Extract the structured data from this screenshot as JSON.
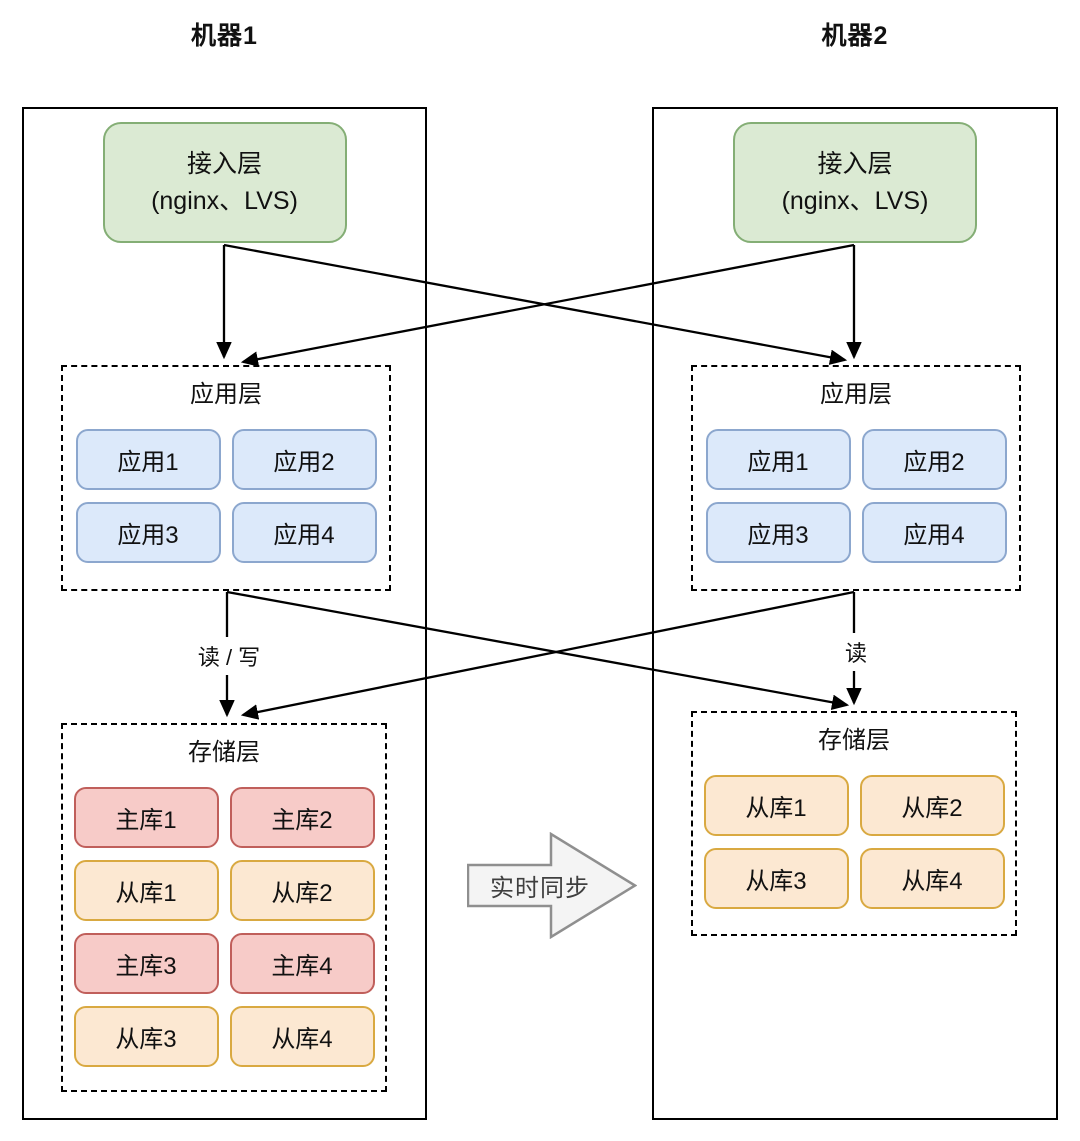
{
  "machines": {
    "machine1": {
      "title": "机器1",
      "access_layer": {
        "line1": "接入层",
        "line2": "(nginx、LVS)"
      },
      "app_layer": {
        "title": "应用层",
        "apps": [
          "应用1",
          "应用2",
          "应用3",
          "应用4"
        ]
      },
      "storage_layer": {
        "title": "存储层",
        "nodes": [
          {
            "label": "主库1",
            "type": "master"
          },
          {
            "label": "主库2",
            "type": "master"
          },
          {
            "label": "从库1",
            "type": "slave"
          },
          {
            "label": "从库2",
            "type": "slave"
          },
          {
            "label": "主库3",
            "type": "master"
          },
          {
            "label": "主库4",
            "type": "master"
          },
          {
            "label": "从库3",
            "type": "slave"
          },
          {
            "label": "从库4",
            "type": "slave"
          }
        ]
      },
      "db_access_label": "读 / 写"
    },
    "machine2": {
      "title": "机器2",
      "access_layer": {
        "line1": "接入层",
        "line2": "(nginx、LVS)"
      },
      "app_layer": {
        "title": "应用层",
        "apps": [
          "应用1",
          "应用2",
          "应用3",
          "应用4"
        ]
      },
      "storage_layer": {
        "title": "存储层",
        "nodes": [
          {
            "label": "从库1",
            "type": "slave"
          },
          {
            "label": "从库2",
            "type": "slave"
          },
          {
            "label": "从库3",
            "type": "slave"
          },
          {
            "label": "从库4",
            "type": "slave"
          }
        ]
      },
      "db_access_label": "读"
    }
  },
  "sync_arrow": {
    "label": "实时同步"
  },
  "palette": {
    "access_fill": "#dbead3",
    "access_border": "#84ae75",
    "app_fill": "#dce9fa",
    "app_border": "#8ca7ce",
    "master_fill": "#f7cbc8",
    "master_border": "#c05f5b",
    "slave_fill": "#fce8d2",
    "slave_border": "#d9a941",
    "connector_color": "#000000",
    "sync_fill": "#f4f4f4",
    "sync_border": "#8f8f8f"
  }
}
